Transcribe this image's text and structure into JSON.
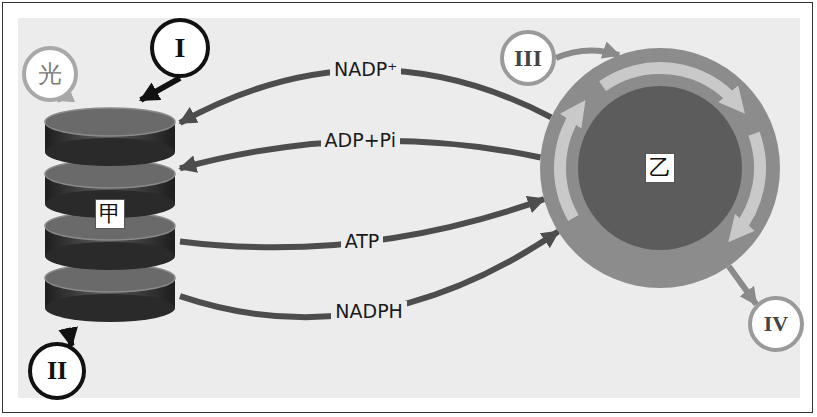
{
  "diagram": {
    "nodes": [
      {
        "text": [
          "光"
        ]
      },
      {
        "text": [
          "I"
        ]
      },
      {
        "text": [
          "甲"
        ]
      },
      {
        "text": [
          "乙"
        ]
      },
      {
        "text": [
          "III"
        ]
      },
      {
        "text": [
          "II"
        ]
      },
      {
        "text": [
          "IV"
        ]
      }
    ],
    "edges": [
      {
        "from": 0,
        "to": 2,
        "arrow": "to"
      },
      {
        "from": 1,
        "to": 2,
        "arrow": "to"
      },
      {
        "from": 2,
        "to": 5,
        "arrow": "to"
      },
      {
        "from": 4,
        "to": 3,
        "arrow": "to"
      },
      {
        "from": 3,
        "to": 6,
        "arrow": "to"
      },
      {
        "from": 3,
        "to": 2,
        "label": "NADP⁺",
        "arrow": "to"
      },
      {
        "from": 3,
        "to": 2,
        "label": "ADP+Pi",
        "arrow": "to"
      },
      {
        "from": 2,
        "to": 3,
        "label": "ATP",
        "arrow": "to"
      },
      {
        "from": 2,
        "to": 3,
        "label": "NADPH",
        "arrow": "to"
      }
    ]
  }
}
